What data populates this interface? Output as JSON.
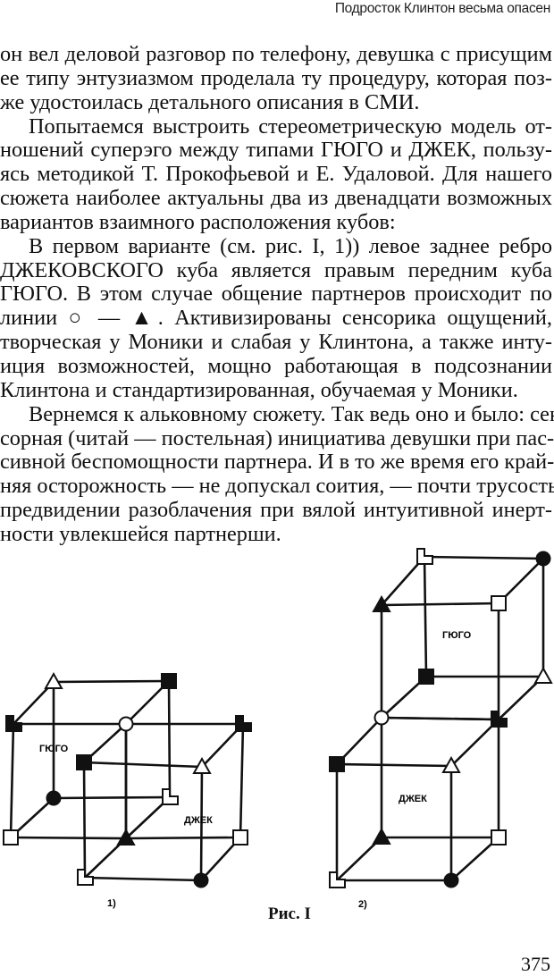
{
  "header": {
    "running_title": "Подросток Клинтон весьма опасен"
  },
  "body": {
    "lines": [
      "он вел деловой разговор по телефону, девушка с присущим",
      "ее типу энтузиазмом проделала ту процедуру, которая поз-",
      "же удостоилась детального описания в СМИ.",
      "Попытаемся выстроить стереометрическую модель от-",
      "ношений суперэго между типами ГЮГО и ДЖЕК, пользу-",
      "ясь методикой Т. Прокофьевой и Е. Удаловой. Для нашего",
      "сюжета наиболее актуальны два из двенадцати возможных",
      "вариантов взаимного расположения кубов:",
      "В первом варианте (см. рис. I, 1)) левое заднее ребро",
      "ДЖЕКОВСКОГО куба является правым передним куба",
      "ГЮГО. В этом случае общение партнеров происходит по",
      "линии ○ — ▲. Активизированы сенсорика ощущений,",
      "творческая у Моники и слабая у Клинтона, а также инту-",
      "иция возможностей, мощно работающая в подсознании",
      "Клинтона и стандартизированная, обучаемая у Моники.",
      "Вернемся к альковному сюжету. Так ведь оно и было: сен-",
      "сорная (читай — постельная) инициатива девушки при пас-",
      "сивной беспомощности партнера. И в то же время его край-",
      "няя осторожность — не допускал соития, — почти трусость в",
      "предвидении разоблачения при вялой интуитивной инерт-",
      "ности увлекшейся партнерши."
    ]
  },
  "figure": {
    "sub1_label": "1)",
    "sub2_label": "2)",
    "cube_gugo": "ГЮГО",
    "cube_jack": "ДЖЕК",
    "caption": "Рис. I"
  },
  "page_number": "375"
}
